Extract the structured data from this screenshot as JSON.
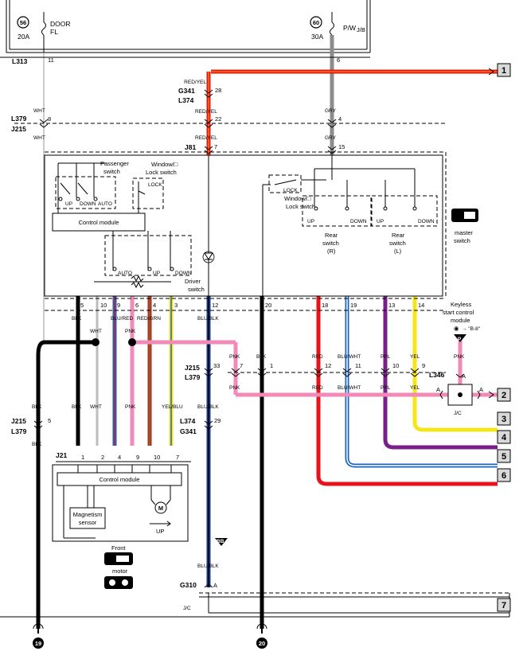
{
  "fuses": [
    {
      "id": "56",
      "line1": "DOOR",
      "line2": "FL",
      "amp": "20A"
    },
    {
      "id": "60",
      "line1": "P/W",
      "line2": "",
      "amp": "30A"
    }
  ],
  "jb_label": "J/B",
  "connectors": {
    "L313": "L313",
    "G341_L374_a": "G341",
    "G341_L374_b": "L374",
    "L379_J215_a": "L379",
    "L379_J215_b": "J215",
    "J81": "J81",
    "J215_L379_a": "J215",
    "J215_L379_b": "L379",
    "J215_L379_left_a": "J215",
    "J215_L379_left_b": "L379",
    "L374_G341_a": "L374",
    "L374_G341_b": "G341",
    "J21": "J21",
    "L346": "L346",
    "G310": "G310"
  },
  "pins": {
    "p11": "11",
    "p6": "6",
    "p28": "28",
    "p8": "8",
    "p22": "22",
    "p4": "4",
    "p7": "7",
    "p15": "15",
    "mp5": "5",
    "mp10": "10",
    "mp9": "9",
    "mp6": "6",
    "mp4": "4",
    "mp3": "3",
    "mp12": "12",
    "mp20": "20",
    "mp18": "18",
    "mp19": "19",
    "mp13": "13",
    "mp14": "14",
    "j33": "33",
    "j7": "7",
    "j1": "1",
    "j12": "12",
    "j11": "11",
    "j10": "10",
    "j9": "9",
    "jl5": "5",
    "g29": "29",
    "d1": "1",
    "d2": "2",
    "d4": "4",
    "d9": "9",
    "d10": "10",
    "d7": "7",
    "la1": "A",
    "la2": "A",
    "la3": "A",
    "g310a": "A"
  },
  "wires": {
    "red_yel": "RED/YEL",
    "gry": "GRY",
    "wht": "WHT",
    "blk": "BLK",
    "blu_red": "BLU/RED",
    "pnk": "PNK",
    "red_grn": "RED/GRN",
    "yel_blu": "YEL/BLU",
    "blu_blk": "BLU/BLK",
    "red": "RED",
    "blu_wht": "BLU/WHT",
    "ppl": "PPL",
    "yel": "YEL"
  },
  "switch_labels": {
    "passenger": [
      "Passenger",
      "switch"
    ],
    "window_lock_left": [
      "Window/□",
      "Lock switch"
    ],
    "lock": "LOCK",
    "up": "UP",
    "down": "DOWN",
    "auto": "AUTO",
    "control_module": "Control module",
    "driver": [
      "Driver",
      "switch"
    ],
    "window_lock_right": [
      "Window/□",
      "Lock swtch"
    ],
    "rear_r": [
      "Rear",
      "switch",
      "(R)"
    ],
    "rear_l": [
      "Rear",
      "switch",
      "(L)"
    ],
    "master": [
      "master",
      "switch"
    ]
  },
  "keyless": [
    "Keyless",
    "start control",
    "module"
  ],
  "keyless_ref": "→ \"B-8\"",
  "p_badge": "P",
  "jc_label": "J/C",
  "jc_label_bottom": "J/C",
  "motor": {
    "control_module": "Control module",
    "sensor": [
      "Magnetism",
      "sensor"
    ],
    "up": "UP",
    "m": "M",
    "front": "Front",
    "motor_word": "motor"
  },
  "bb": "BB",
  "ground_left": "19",
  "ground_right": "20",
  "boxes": [
    "1",
    "2",
    "3",
    "4",
    "5",
    "6",
    "7"
  ],
  "colors": {
    "red": "#e8121a",
    "orange": "#ff7a00",
    "gray": "#8c8c8c",
    "blue": "#1d63c4",
    "navy": "#173d8c",
    "pink": "#f28ab9",
    "purple": "#7a1e8c",
    "yellow": "#f5e61a",
    "black": "#000000",
    "white_wire": "#bdbdbd",
    "box_fill": "#d9d9d9"
  }
}
